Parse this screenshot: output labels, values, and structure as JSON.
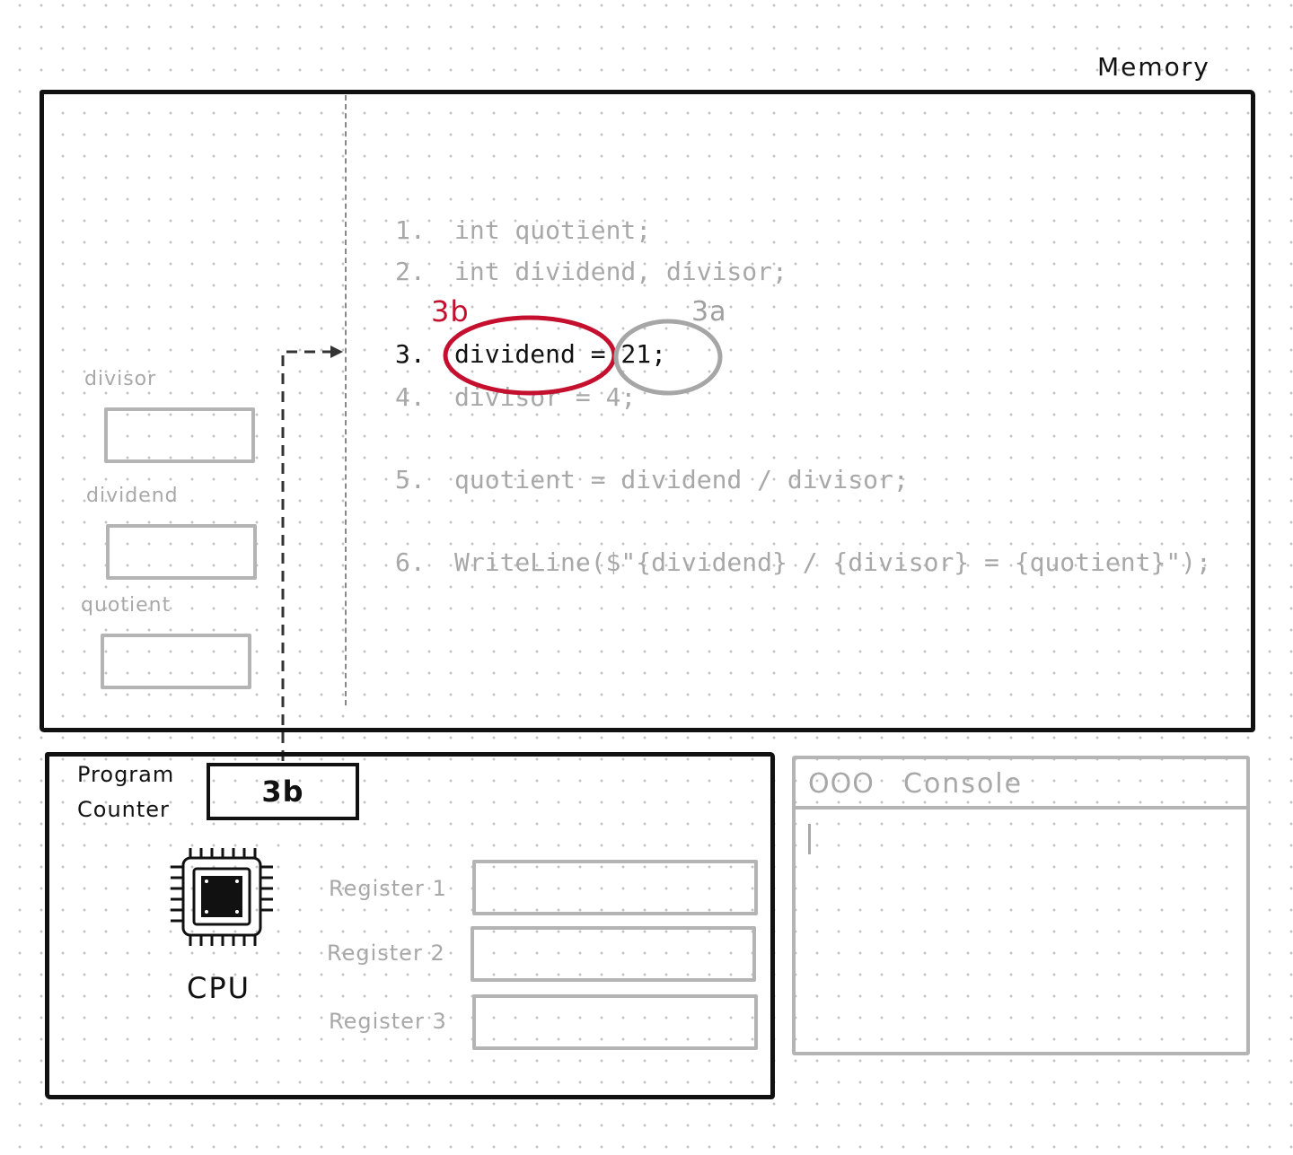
{
  "memory": {
    "label": "Memory",
    "variables": [
      {
        "name": "divisor",
        "value": ""
      },
      {
        "name": "dividend",
        "value": ""
      },
      {
        "name": "quotient",
        "value": ""
      }
    ],
    "code_lines": [
      {
        "num": "1.",
        "text": "int quotient;"
      },
      {
        "num": "2.",
        "text": "int dividend, divisor;"
      },
      {
        "num": "3.",
        "text": "dividend = 21;"
      },
      {
        "num": "4.",
        "text": "divisor = 4;"
      },
      {
        "num": "5.",
        "text": "quotient = dividend / divisor;"
      },
      {
        "num": "6.",
        "text": "WriteLine($\"{dividend} / {divisor} = {quotient}\");"
      }
    ],
    "active_line": "3.",
    "annotations": {
      "step_3b": "3b",
      "step_3a": "3a"
    }
  },
  "cpu": {
    "program_counter_label_1": "Program",
    "program_counter_label_2": "Counter",
    "program_counter_value": "3b",
    "label": "CPU",
    "registers": [
      {
        "name": "Register 1",
        "value": ""
      },
      {
        "name": "Register 2",
        "value": ""
      },
      {
        "name": "Register 3",
        "value": ""
      }
    ]
  },
  "console": {
    "title": "Console",
    "window_controls": "OOO",
    "output": ""
  },
  "colors": {
    "ink": "#111111",
    "inactive": "#a8a8a8",
    "highlight_red": "#c4102e",
    "annotation_grey": "#a0a0a0"
  }
}
